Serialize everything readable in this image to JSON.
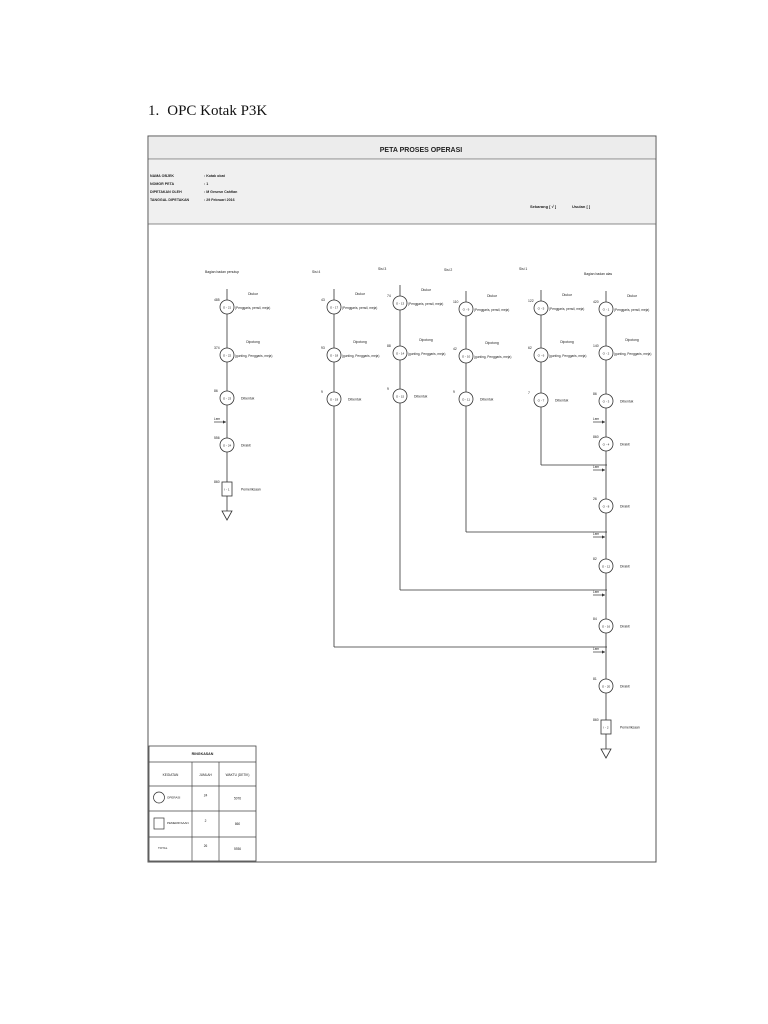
{
  "heading": {
    "number": "1.",
    "title": "OPC Kotak P3K"
  },
  "chart": {
    "title": "PETA PROSES OPERASI",
    "meta": [
      {
        "label": "NAMA OBJEK",
        "value": ": Kotak obat"
      },
      {
        "label": "NOMOR PETA",
        "value": ": 1"
      },
      {
        "label": "DIPETAKAN OLEH",
        "value": ": M Gesesn Cahfian"
      },
      {
        "label": "TANGGAL DIPETAKAN",
        "value": ": 29 Februari 2016"
      }
    ],
    "status": {
      "current": "Sekarang [ √ ]",
      "proposed": "Usulan [   ]"
    }
  },
  "columns": [
    {
      "header": "Bagian badan penutup",
      "steps": [
        {
          "time": "485",
          "code": "O - 21",
          "label": "Diukur",
          "tools": "(Penggaris, pensil, meja)"
        },
        {
          "time": "374",
          "code": "O - 22",
          "label": "Dipotong",
          "tools": "(gunting, Penggaris, meja)"
        },
        {
          "time": "86",
          "code": "O - 23",
          "label": "Dibentuk",
          "tools": ""
        },
        {
          "time": "556",
          "code": "O - 24",
          "label": "Dirakit",
          "tools": ""
        },
        {
          "time": "860",
          "code": "I - 1",
          "label": "Pemeriksaan",
          "tools": ""
        }
      ]
    },
    {
      "header": "Sisi 4",
      "steps": [
        {
          "time": "43",
          "code": "O - 17",
          "label": "Diukur",
          "tools": "(Penggaris, pensil, meja)"
        },
        {
          "time": "93",
          "code": "O - 18",
          "label": "Dipotong",
          "tools": "(gunting, Penggaris, meja)"
        },
        {
          "time": "9",
          "code": "O - 19",
          "label": "Dibentuk",
          "tools": ""
        }
      ]
    },
    {
      "header": "Sisi 3",
      "steps": [
        {
          "time": "74",
          "code": "O - 13",
          "label": "Diukur",
          "tools": "(Penggaris, pensil, meja)"
        },
        {
          "time": "88",
          "code": "O - 14",
          "label": "Dipotong",
          "tools": "(gunting, Penggaris, meja)"
        },
        {
          "time": "9",
          "code": "O - 15",
          "label": "Dibentuk",
          "tools": ""
        }
      ]
    },
    {
      "header": "Sisi 2",
      "steps": [
        {
          "time": "110",
          "code": "O - 9",
          "label": "Diukur",
          "tools": "(Penggaris, pensil, meja)"
        },
        {
          "time": "42",
          "code": "O - 10",
          "label": "Dipotong",
          "tools": "(gunting, Penggaris, meja)"
        },
        {
          "time": "9",
          "code": "O - 11",
          "label": "Dibentuk",
          "tools": ""
        }
      ]
    },
    {
      "header": "Sisi 1",
      "steps": [
        {
          "time": "122",
          "code": "O - 5",
          "label": "Diukur",
          "tools": "(Penggaris, pensil, meja)"
        },
        {
          "time": "62",
          "code": "O - 6",
          "label": "Dipotong",
          "tools": "(gunting, Penggaris, meja)"
        },
        {
          "time": "7",
          "code": "O - 7",
          "label": "Dibentuk",
          "tools": ""
        }
      ]
    },
    {
      "header": "Bagian badan alas",
      "steps": [
        {
          "time": "420",
          "code": "O - 1",
          "label": "Diukur",
          "tools": "(Penggaris, pensil, meja)"
        },
        {
          "time": "140",
          "code": "O - 2",
          "label": "Dipotong",
          "tools": "(gunting, Penggaris, meja)"
        },
        {
          "time": "86",
          "code": "O - 3",
          "label": "Dibentuk",
          "tools": ""
        },
        {
          "time": "860",
          "code": "O - 4",
          "label": "Dirakit",
          "tools": ""
        },
        {
          "time": "26",
          "code": "O - 8",
          "label": "Dirakit",
          "tools": ""
        },
        {
          "time": "82",
          "code": "O - 12",
          "label": "Dirakit",
          "tools": ""
        },
        {
          "time": "84",
          "code": "O - 16",
          "label": "Dirakit",
          "tools": ""
        },
        {
          "time": "81",
          "code": "O - 20",
          "label": "Dirakit",
          "tools": ""
        },
        {
          "time": "860",
          "code": "I - 2",
          "label": "Pemeriksaan",
          "tools": ""
        }
      ]
    }
  ],
  "material_label": "Lem",
  "summary": {
    "title": "RINGKASAN",
    "headers": [
      "KEGIATAN",
      "JUMLAH",
      "WAKTU (DETIK)"
    ],
    "rows": [
      {
        "shape": "circle",
        "name": "OPERASI",
        "count": "24",
        "time": "5076"
      },
      {
        "shape": "square",
        "name": "PEMERIKSAAN",
        "count": "2",
        "time": "860"
      },
      {
        "shape": "none",
        "name": "TOTAL",
        "count": "26",
        "time": "5936"
      }
    ]
  }
}
